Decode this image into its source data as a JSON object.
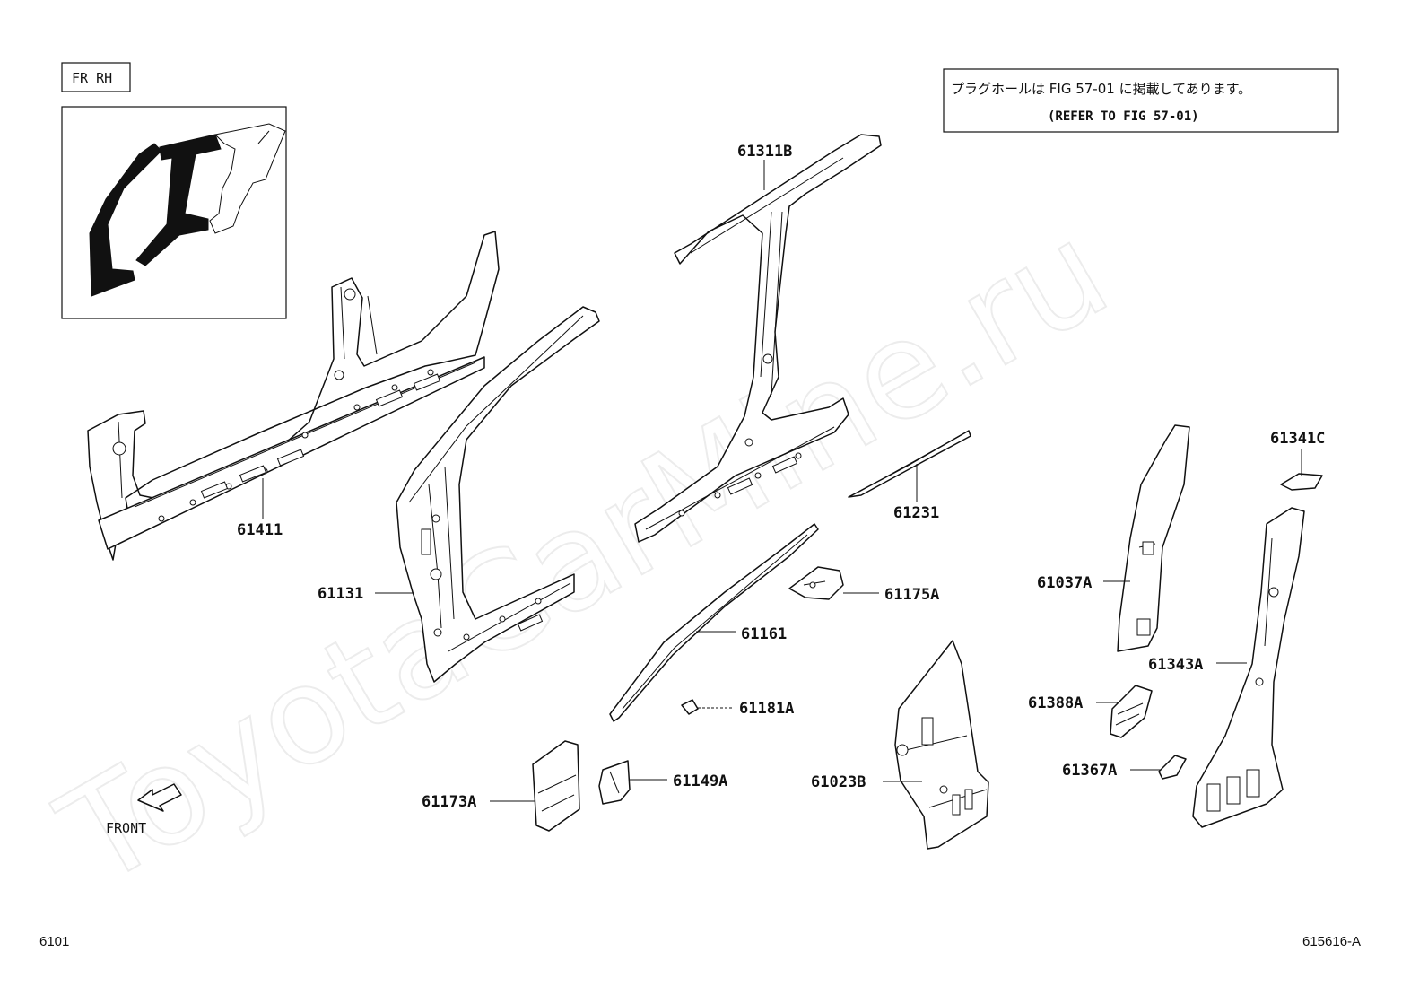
{
  "header": {
    "section_tag": "FR RH"
  },
  "note": {
    "japanese": "プラグホールは FIG 57-01 に掲載してあります。",
    "english": "(REFER TO FIG 57-01)"
  },
  "watermark": "ToyotaCarMine.ru",
  "direction": {
    "label": "FRONT"
  },
  "parts": [
    {
      "id": "p61311B",
      "number": "61311B"
    },
    {
      "id": "p61411",
      "number": "61411"
    },
    {
      "id": "p61231",
      "number": "61231"
    },
    {
      "id": "p61131",
      "number": "61131"
    },
    {
      "id": "p61175A",
      "number": "61175A"
    },
    {
      "id": "p61161",
      "number": "61161"
    },
    {
      "id": "p61181A",
      "number": "61181A"
    },
    {
      "id": "p61149A",
      "number": "61149A"
    },
    {
      "id": "p61173A",
      "number": "61173A"
    },
    {
      "id": "p61023B",
      "number": "61023B"
    },
    {
      "id": "p61341C",
      "number": "61341C"
    },
    {
      "id": "p61037A",
      "number": "61037A"
    },
    {
      "id": "p61343A",
      "number": "61343A"
    },
    {
      "id": "p61388A",
      "number": "61388A"
    },
    {
      "id": "p61367A",
      "number": "61367A"
    }
  ],
  "footer": {
    "figure_number": "6101",
    "drawing_code": "615616-A"
  }
}
